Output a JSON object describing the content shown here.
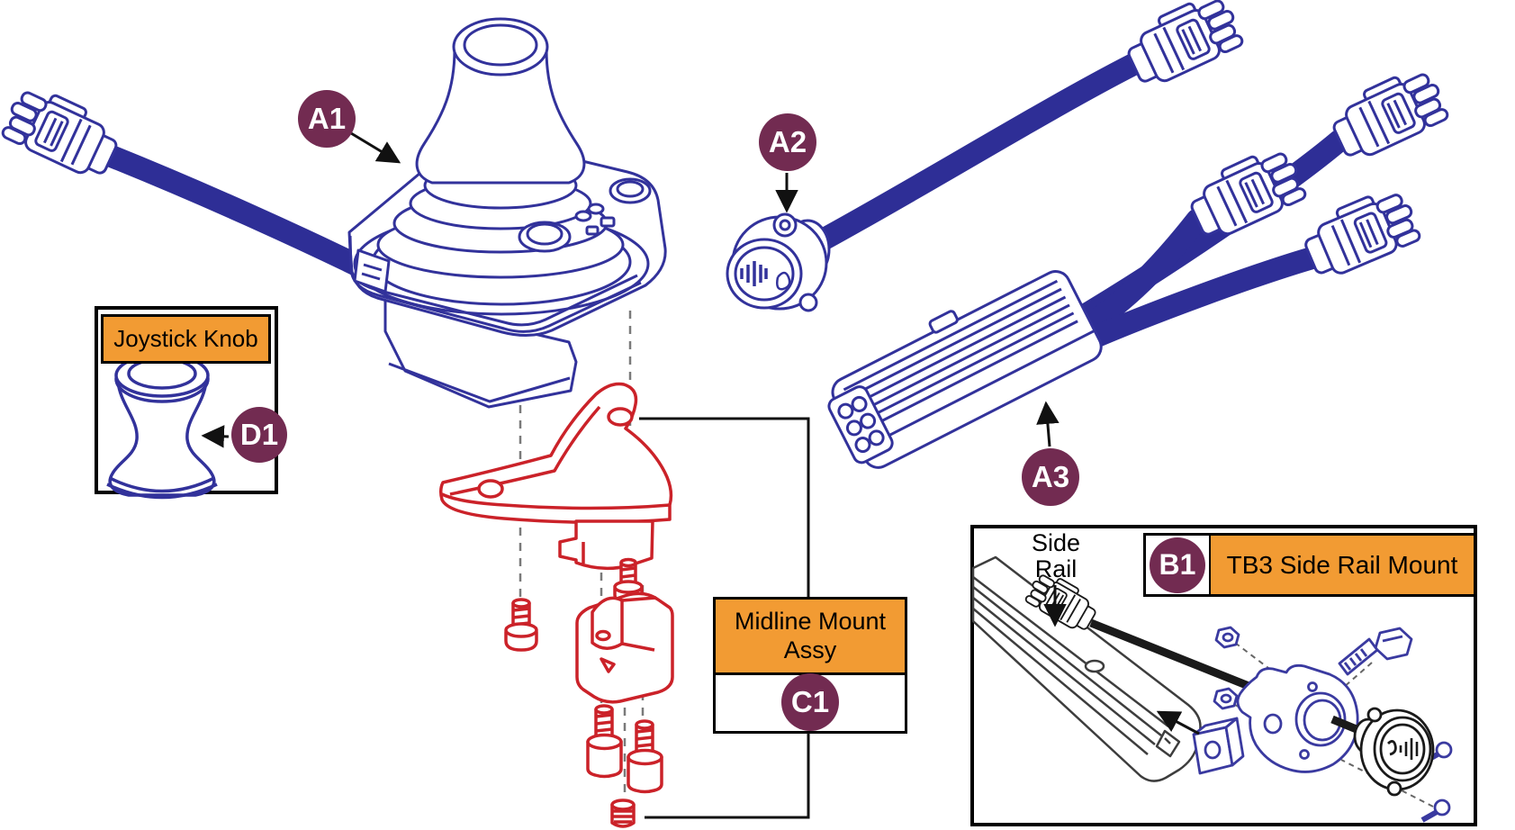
{
  "diagram": {
    "callouts": {
      "a1": "A1",
      "a2": "A2",
      "a3": "A3",
      "b1": "B1",
      "c1": "C1",
      "d1": "D1"
    },
    "labels": {
      "joystick_knob": "Joystick Knob",
      "midline_mount_line1": "Midline Mount",
      "midline_mount_line2": "Assy",
      "tb3_side_rail_mount": "TB3 Side Rail Mount",
      "side_rail_line1": "Side",
      "side_rail_line2": "Rail"
    },
    "colors": {
      "callout_bg": "#722B51",
      "callout_text": "#FFFFFF",
      "label_bg": "#F29B33",
      "blueprint_blue": "#32329B",
      "cable_blue": "#2E2E96",
      "part_red": "#CB2229",
      "rail_gray": "#3D3D3D",
      "line_black": "#111111"
    }
  }
}
